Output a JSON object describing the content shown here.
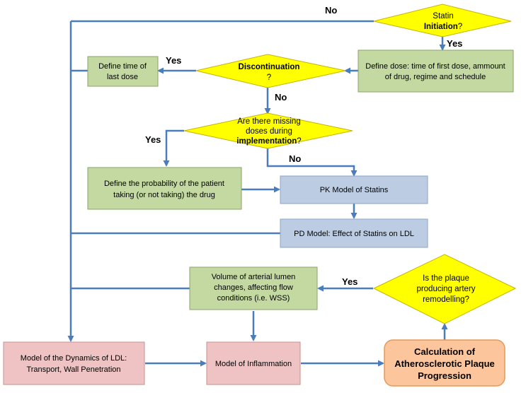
{
  "decisions": {
    "initiation": {
      "line1": "Statin",
      "line2": "Initiation",
      "line2_suffix": "?"
    },
    "discontinuation": {
      "line1": "Discontinuation",
      "line2": "?"
    },
    "missing_doses": {
      "line1": "Are there missing",
      "line2": "doses during",
      "line3": "implementation",
      "line3_suffix": "?"
    },
    "plaque_remodelling": {
      "line1": "Is the plaque",
      "line2": "producing artery",
      "line3": "remodelling?"
    }
  },
  "processes": {
    "define_dose": {
      "line1": "Define dose: time of first dose, ammount",
      "line2": "of drug, regime and schedule"
    },
    "last_dose": {
      "line1": "Define time of",
      "line2": "last dose"
    },
    "probability": {
      "line1": "Define the probability of the patient",
      "line2": "taking (or not taking) the drug"
    },
    "pk_model": {
      "line1": "PK Model of Statins"
    },
    "pd_model": {
      "line1": "PD Model: Effect of Statins on LDL"
    },
    "lumen_volume": {
      "line1": "Volume of arterial lumen",
      "line2": "changes, affecting flow",
      "line3": "conditions (i.e. WSS)"
    },
    "ldl_dynamics": {
      "line1": "Model of the Dynamics of LDL:",
      "line2": "Transport, Wall Penetration"
    },
    "inflammation": {
      "line1": "Model of Inflammation"
    },
    "calculation": {
      "line1": "Calculation of",
      "line2": "Atherosclerotic Plaque",
      "line3": "Progression"
    }
  },
  "edge_labels": {
    "initiation_no": "No",
    "initiation_yes": "Yes",
    "discontinuation_yes": "Yes",
    "discontinuation_no": "No",
    "missing_yes": "Yes",
    "missing_no": "No",
    "plaque_yes": "Yes"
  },
  "colors": {
    "decision_fill": "#ffff00",
    "decision_stroke": "#c8b400",
    "green_fill": "#c4d9a1",
    "green_stroke": "#8aa46a",
    "blue_fill": "#bccde3",
    "blue_stroke": "#8ca5c8",
    "pink_fill": "#efc3c3",
    "pink_stroke": "#c79191",
    "orange_fill": "#fcc59b",
    "orange_stroke": "#e39a5a",
    "connector": "#4a7dbb"
  }
}
